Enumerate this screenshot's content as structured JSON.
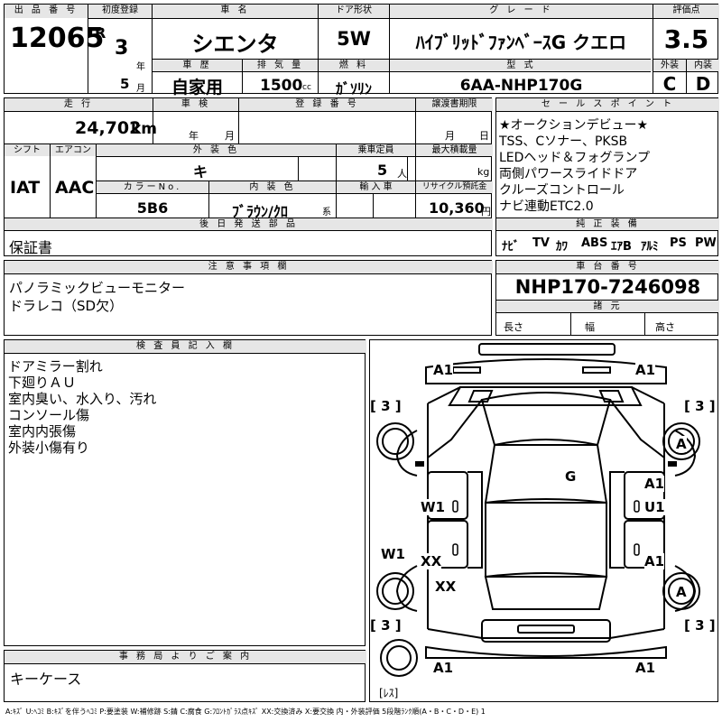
{
  "header": {
    "lbl_lot": "出 品 番 号",
    "lot": "12065",
    "lbl_reg": "初度登録",
    "era": "R",
    "year": "3",
    "year_unit": "年",
    "month": "5",
    "month_unit": "月",
    "lbl_name": "車 名",
    "name": "シエンタ",
    "lbl_door": "ドア形状",
    "door": "5W",
    "lbl_grade": "グ レ ー ド",
    "grade": "ﾊｲﾌﾞﾘｯﾄﾞﾌｧﾝﾍﾞｰｽG クエロ",
    "lbl_score": "評価点",
    "score": "3.5",
    "lbl_history": "車 歴",
    "history": "自家用",
    "lbl_disp": "排 気 量",
    "disp": "1500",
    "disp_unit": "cc",
    "lbl_fuel": "燃 料",
    "fuel": "ｶﾞｿﾘﾝ",
    "lbl_model": "型 式",
    "model": "6AA-NHP170G",
    "lbl_ext": "外装",
    "ext": "C",
    "lbl_int": "内装",
    "int": "D"
  },
  "info": {
    "lbl_mileage": "走 行",
    "mileage": "24,702",
    "mileage_unit": "km",
    "lbl_inspect": "車 検",
    "inspect_y": "年",
    "inspect_m": "月",
    "lbl_regno": "登 録 番 号",
    "lbl_transfer": "譲渡書期限",
    "transfer_m": "月",
    "transfer_d": "日",
    "lbl_shift": "シフト",
    "shift": "IAT",
    "lbl_ac": "エアコン",
    "ac": "AAC",
    "lbl_color": "外 装 色",
    "color": "キ",
    "lbl_seats": "乗車定員",
    "seats": "5",
    "seats_unit": "人",
    "lbl_load": "最大積載量",
    "load_unit": "kg",
    "lbl_colorno": "カラーNo.",
    "colorno": "5B6",
    "lbl_intcolor": "内 装 色",
    "intcolor": "ﾌﾞﾗｳﾝ/ｸﾛ",
    "intcolor_unit": "系",
    "lbl_import": "輸 入 車",
    "lbl_recycle": "リサイクル預託金",
    "recycle": "10,360",
    "recycle_unit": "円",
    "lbl_later": "後 日 発 送 部 品",
    "later": "保証書"
  },
  "sales": {
    "title": "セ ー ル ス ポ イ ン ト",
    "lines": [
      "★オークションデビュー★",
      "TSS、Cソナー、PKSB",
      "LEDヘッド＆フォグランプ",
      "両側パワースライドドア",
      "クルーズコントロール",
      "ナビ連動ETC2.0"
    ],
    "lbl_equip": "純 正 装 備",
    "equip": [
      "ﾅﾋﾞ",
      "TV",
      "ｶﾜ",
      "ABS",
      "ｴｱB",
      "ｱﾙﾐ",
      "PS",
      "PW"
    ]
  },
  "notes": {
    "title": "注 意 事 項 欄",
    "lines": [
      "パノラミックビューモニター",
      "ドラレコ（SD欠）"
    ]
  },
  "chassis": {
    "title": "車 台 番 号",
    "value": "NHP170-7246098",
    "lbl_spec": "諸 元",
    "lbl_length": "長さ",
    "lbl_width": "幅",
    "lbl_height": "高さ"
  },
  "inspector": {
    "title": "検 査 員 記 入 欄",
    "lines": [
      "ドアミラー割れ",
      "下廻りＡＵ",
      "室内臭い、水入り、汚れ",
      "コンソール傷",
      "室内内張傷",
      "外装小傷有り"
    ]
  },
  "office": {
    "title": "事 務 局 よ り ご 案 内",
    "text": "キーケース"
  },
  "diagram": {
    "front_left": "A1",
    "front_right": "A1",
    "tire_fl": "[ 3 ]",
    "tire_fr": "[ 3 ]",
    "wheel_fr": "A",
    "roof": "G",
    "left_door1": "W1",
    "right_door1a": "A1",
    "right_door1b": "U1",
    "left_rocker": "W1",
    "left_door2": "XX",
    "left_rear": "XX",
    "right_door2": "A1",
    "wheel_rr": "A",
    "tire_rl": "[ 3 ]",
    "tire_rr": "[ 3 ]",
    "rear_left": "A1",
    "rear_right": "A1",
    "spare": "[ﾚｽ]"
  },
  "legend": "A:ｷｽﾞ U:ﾍｺﾐ B:ｷｽﾞを伴うﾍｺﾐ P:要塗装 W:補修跡 S:錆 C:腐食 G:ﾌﾛﾝﾄｶﾞﾗｽ点ｷｽﾞ XX:交換済み X:要交換 内・外装評価 5段階ﾗﾝｸ順(A・B・C・D・E) 1"
}
